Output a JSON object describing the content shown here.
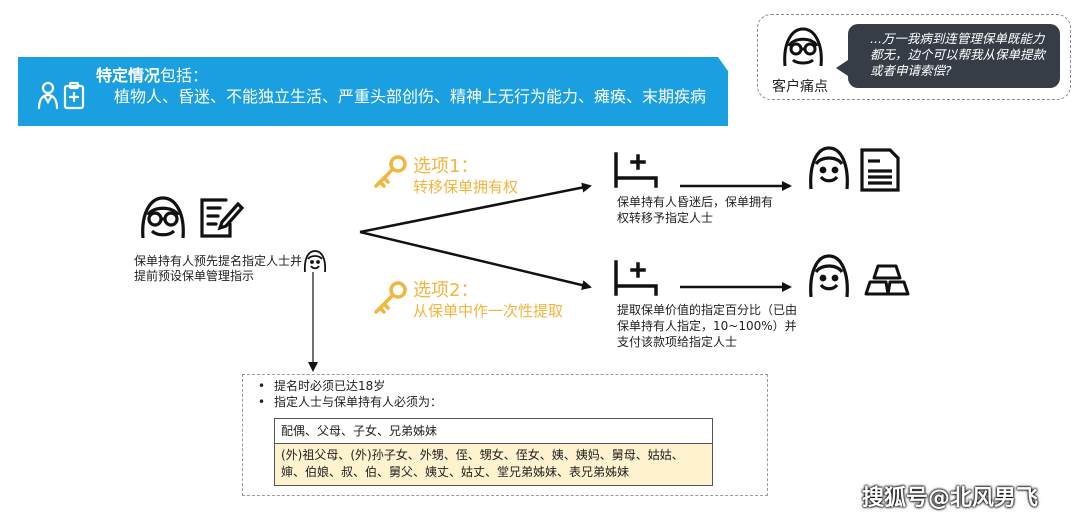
{
  "banner": {
    "title_bold": "特定情况",
    "title_rest": "包括：",
    "body": "植物人、昏迷、不能独立生活、严重头部创伤、精神上无行为能力、瘫痪、末期疾病"
  },
  "pain_point": {
    "quote": "...万一我病到连管理保单既能力都无，边个可以帮我从保单提款或者申请索偿?",
    "label": "客户痛点"
  },
  "holder": {
    "text": "保单持有人预先提名指定人士并提前预设保单管理指示"
  },
  "option1": {
    "title": "选项1：",
    "subtitle": "转移保单拥有权",
    "description": "保单持有人昏迷后，保单拥有权转移予指定人士"
  },
  "option2": {
    "title": "选项2：",
    "subtitle": "从保单中作一次性提取",
    "description": "提取保单价值的指定百分比（已由保单持有人指定，10~100%）并支付该款项给指定人士"
  },
  "conditions": {
    "items": [
      "提名时必须已达18岁",
      "指定人士与保单持有人必须为："
    ],
    "relation_primary": "配偶、父母、子女、兄弟姊妹",
    "relation_extended": "(外)祖父母、(外)孙子女、外甥、侄、甥女、侄女、姨、姨妈、舅母、姑姑、婶、伯娘、叔、伯、舅父、姨丈、姑丈、堂兄弟姊妹、表兄弟姊妹"
  },
  "watermark": "搜狐号@北风男飞",
  "colors": {
    "banner": "#1aa0e0",
    "option_text": "#f3b53d",
    "bubble": "#373d46",
    "extended_row": "#fff3cf"
  },
  "icons": {
    "banner": "caregiver-clipboard-icon",
    "pain": "person-glasses-icon",
    "holder": "person-glasses-icon",
    "document": "document-pen-icon",
    "key": "key-icon",
    "bed": "hospital-bed-icon",
    "nominee": "smiling-person-icon",
    "bill": "bill-icon",
    "gold": "gold-bars-icon"
  }
}
